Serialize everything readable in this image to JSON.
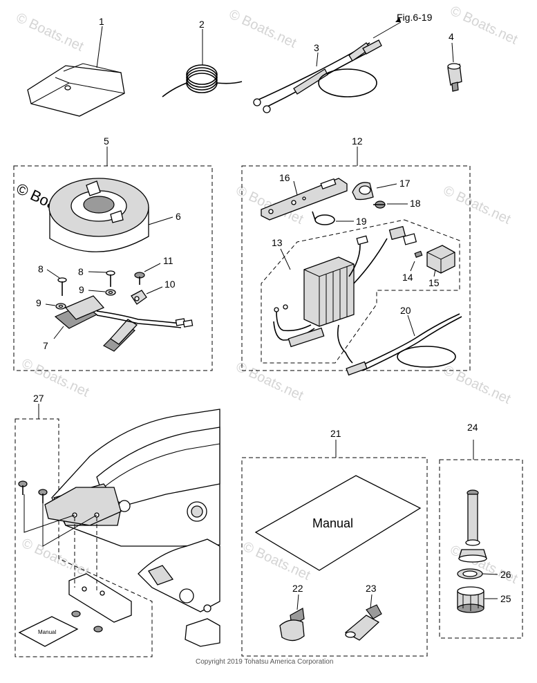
{
  "figure_ref": "Fig.6-19",
  "watermark": "© Boats.net",
  "copyright": "Copyright 2019 Tohatsu America Corporation",
  "manual_label": "Manual",
  "callouts": {
    "c1": "1",
    "c2": "2",
    "c3": "3",
    "c4": "4",
    "c5": "5",
    "c6": "6",
    "c7": "7",
    "c8a": "8",
    "c8b": "8",
    "c9a": "9",
    "c9b": "9",
    "c10": "10",
    "c11": "11",
    "c12": "12",
    "c13": "13",
    "c14": "14",
    "c15": "15",
    "c16": "16",
    "c17": "17",
    "c18": "18",
    "c19": "19",
    "c20": "20",
    "c21": "21",
    "c22": "22",
    "c23": "23",
    "c24": "24",
    "c25": "25",
    "c26": "26",
    "c27": "27"
  }
}
